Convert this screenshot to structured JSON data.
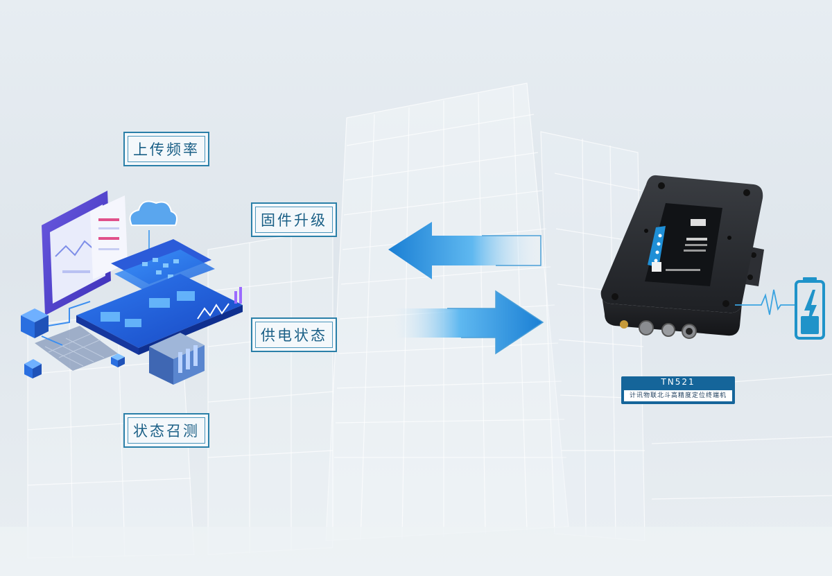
{
  "features": {
    "upload_frequency": "上传频率",
    "firmware_upgrade": "固件升级",
    "power_status": "供电状态",
    "status_call": "状态召测"
  },
  "device": {
    "model": "TN521",
    "subtitle": "计讯物联北斗高精度定位终端机"
  },
  "colors": {
    "accent": "#2a7fa8",
    "label_bg": "#15659a",
    "arrow": "#3aa3e0",
    "battery": "#1f93c9"
  },
  "icons": [
    "cloud-icon",
    "arrow-left-icon",
    "arrow-right-icon",
    "battery-charging-icon",
    "heartbeat-line-icon"
  ]
}
